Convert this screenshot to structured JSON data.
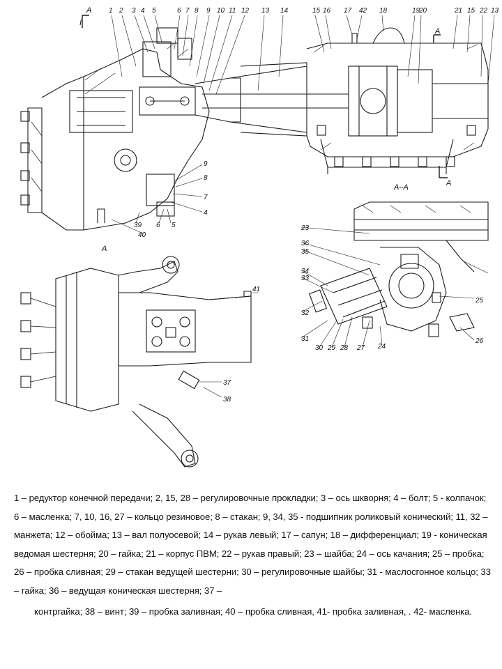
{
  "diagram": {
    "view_labels": {
      "section_main_left": "I",
      "section_main_left_letter": "A",
      "section_aa": "A–A",
      "view_a": "A",
      "section_mark_top": "A",
      "section_mark_bottom": "A"
    },
    "callouts_top": [
      "1",
      "2",
      "3",
      "4",
      "5",
      "6",
      "7",
      "8",
      "9",
      "10",
      "11",
      "12",
      "13",
      "14",
      "15",
      "16",
      "17",
      "42",
      "18",
      "19",
      "20",
      "21",
      "15",
      "22",
      "13"
    ],
    "callouts_mid_right": [
      "9",
      "8",
      "7",
      "4",
      "5",
      "6",
      "39",
      "40"
    ],
    "callouts_aa": [
      "23",
      "36",
      "35",
      "34",
      "33",
      "32",
      "31",
      "30",
      "29",
      "28",
      "27",
      "24",
      "25",
      "26"
    ],
    "callouts_view_a": [
      "41",
      "37",
      "38"
    ]
  },
  "legend": {
    "text": "1 – редуктор конечной передачи; 2, 15, 28 – регулировочные прокладки; 3 – ось шкворня; 4 – болт; 5 - колпачок; 6 – масленка; 7, 10, 16, 27 – кольцо резиновое; 8 – стакан; 9, 34, 35 - подшипник роликовый конический; 11, 32 – манжета; 12 – обойма; 13 – вал полуосевой; 14 – рукав левый; 17 – сапун; 18 – дифференциал; 19 - коническая ведомая шестерня; 20 – гайка; 21 – корпус ПВМ; 22 – рукав правый; 23 – шайба; 24 – ось качания; 25 – пробка; 26 – пробка сливная; 29 – стакан ведущей шестерни; 30 – регулировочные шайбы; 31 - маслосгонное кольцо; 33 – гайка; 36 – ведущая коническая шестерня; 37 –",
    "tail": "контргайка; 38 – винт; 39 – пробка заливная; 40 – пробка сливная, 41- пробка заливная, . 42- масленка."
  }
}
